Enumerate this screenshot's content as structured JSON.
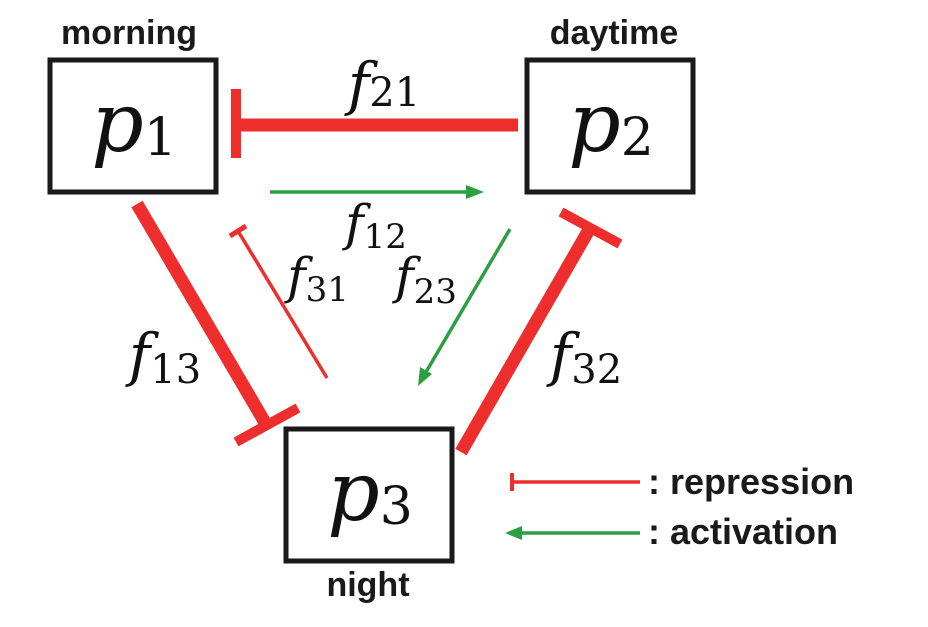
{
  "colors": {
    "repression": "#ee2d2d",
    "activation": "#2aa040",
    "box": "#1a1a1a"
  },
  "nodes": [
    {
      "id": "p1",
      "name": "p",
      "index": "1",
      "phase": "morning"
    },
    {
      "id": "p2",
      "name": "p",
      "index": "2",
      "phase": "daytime"
    },
    {
      "id": "p3",
      "name": "p",
      "index": "3",
      "phase": "night"
    }
  ],
  "edges": [
    {
      "id": "f21",
      "from": "p2",
      "to": "p1",
      "type": "repression",
      "label": "f",
      "sub": "21",
      "strength": "strong"
    },
    {
      "id": "f12",
      "from": "p1",
      "to": "p2",
      "type": "activation",
      "label": "f",
      "sub": "12",
      "strength": "weak"
    },
    {
      "id": "f13",
      "from": "p1",
      "to": "p3",
      "type": "repression",
      "label": "f",
      "sub": "13",
      "strength": "strong"
    },
    {
      "id": "f31",
      "from": "p3",
      "to": "p1",
      "type": "repression",
      "label": "f",
      "sub": "31",
      "strength": "weak"
    },
    {
      "id": "f23",
      "from": "p2",
      "to": "p3",
      "type": "activation",
      "label": "f",
      "sub": "23",
      "strength": "weak"
    },
    {
      "id": "f32",
      "from": "p3",
      "to": "p2",
      "type": "repression",
      "label": "f",
      "sub": "32",
      "strength": "strong"
    }
  ],
  "legend": {
    "repression_label": ": repression",
    "activation_label": ": activation"
  }
}
